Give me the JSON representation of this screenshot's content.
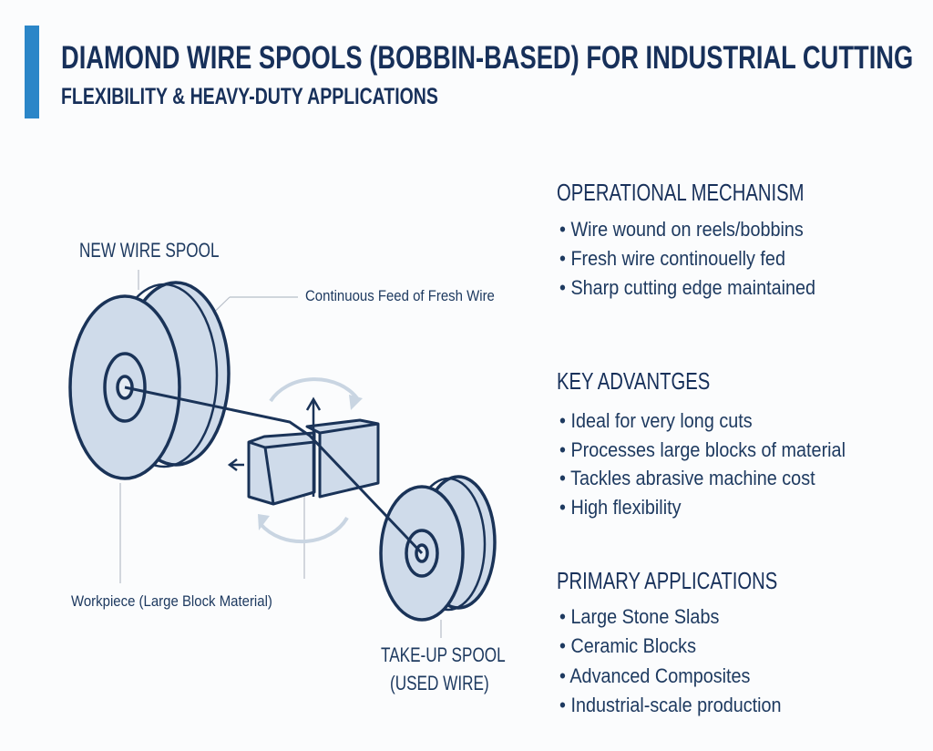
{
  "header": {
    "title": "DIAMOND WIRE SPOOLS (BOBBIN-BASED) FOR INDUSTRIAL CUTTING",
    "subtitle": "FLEXIBILITY & HEAVY-DUTY APPLICATIONS",
    "accent_color": "#2b86c8"
  },
  "diagram": {
    "new_spool_label": "NEW WIRE SPOOL",
    "feed_label": "Continuous Feed of Fresh Wire",
    "workpiece_label": "Workpiece (Large Block Material)",
    "takeup_label_line1": "TAKE-UP SPOOL",
    "takeup_label_line2": "(USED WIRE)",
    "stroke_color": "#1a3358",
    "fill_color": "#cfdbea"
  },
  "sections": [
    {
      "heading": "OPERATIONAL MECHANISM",
      "bullets": [
        "Wire wound on reels/bobbins",
        "Fresh wire continouelly fed",
        "Sharp cutting edge maintained"
      ]
    },
    {
      "heading": "KEY ADVANTGES",
      "bullets": [
        "Ideal for very long cuts",
        "Processes large blocks of material",
        "Tackles abrasive machine cost",
        "High flexibility"
      ]
    },
    {
      "heading": "PRIMARY APPLICATIONS",
      "bullets": [
        "Large Stone Slabs",
        "Ceramic Blocks",
        "Advanced Composites",
        "Industrial-scale production"
      ]
    }
  ]
}
